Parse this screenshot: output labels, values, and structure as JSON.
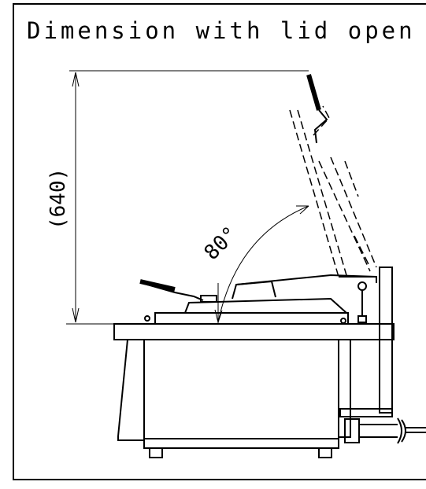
{
  "title": "Dimension with lid open",
  "dimension_height": "(640)",
  "angle_label": "80°"
}
